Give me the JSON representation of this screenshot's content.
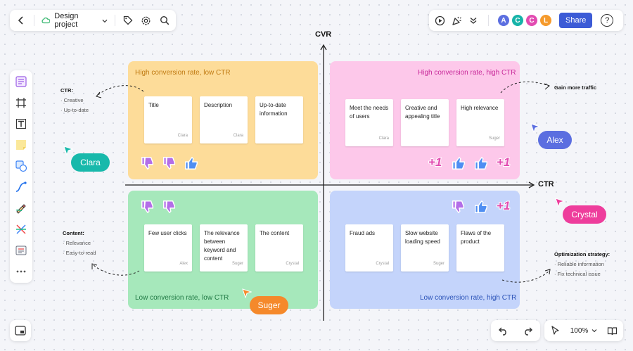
{
  "header": {
    "project_name": "Design project",
    "share_label": "Share",
    "help_label": "?",
    "collaborators": [
      {
        "initial": "A",
        "color": "#5b6ee0"
      },
      {
        "initial": "C",
        "color": "#16b3a8"
      },
      {
        "initial": "C",
        "color": "#e24bb1"
      },
      {
        "initial": "L",
        "color": "#f59a2c"
      }
    ]
  },
  "axes": {
    "y_label": "CVR",
    "x_label": "CTR"
  },
  "quadrants": {
    "tl": {
      "title": "High conversion rate, low CTR",
      "color": "#fddc99",
      "title_color": "#c07a12",
      "notes": [
        {
          "text": "Title",
          "author": "Clara"
        },
        {
          "text": "Description",
          "author": "Clara"
        },
        {
          "text": "Up-to-date information",
          "author": ""
        }
      ]
    },
    "tr": {
      "title": "High conversion rate, high CTR",
      "color": "#fdc8ea",
      "title_color": "#c82a9a",
      "notes": [
        {
          "text": "Meet the needs of users",
          "author": "Clara"
        },
        {
          "text": "Creative and appealing title",
          "author": ""
        },
        {
          "text": "High relevance",
          "author": "Suger"
        }
      ],
      "plus": "+1"
    },
    "bl": {
      "title": "Low conversion rate, low CTR",
      "color": "#a6e8bb",
      "title_color": "#217a45",
      "notes": [
        {
          "text": "Few user clicks",
          "author": "Alex"
        },
        {
          "text": "The relevance between keyword and content",
          "author": "Suger"
        },
        {
          "text": "The content",
          "author": "Crystal"
        }
      ]
    },
    "br": {
      "title": "Low conversion rate, high CTR",
      "color": "#c4d4fb",
      "title_color": "#2b53b8",
      "notes": [
        {
          "text": "Fraud ads",
          "author": "Crystal"
        },
        {
          "text": "Slow website loading speed",
          "author": "Suger"
        },
        {
          "text": "Flaws of the product",
          "author": ""
        }
      ],
      "plus": "+1"
    }
  },
  "annotations": {
    "ctr": {
      "head": "CTR:",
      "items": [
        "· Creative",
        "· Up-to-date"
      ]
    },
    "gain": {
      "head": "Gain more traffic"
    },
    "content": {
      "head": "Content:",
      "items": [
        "· Relevance",
        "· Easy-to-read"
      ]
    },
    "optimization": {
      "head": "Optimization strategy:",
      "items": [
        "· Reliable information",
        "· Fix technical issue"
      ]
    }
  },
  "cursors": {
    "clara": {
      "name": "Clara",
      "color": "#18b9ab"
    },
    "alex": {
      "name": "Alex",
      "color": "#5b6ee0"
    },
    "crystal": {
      "name": "Crystal",
      "color": "#ee3d9c"
    },
    "suger": {
      "name": "Suger",
      "color": "#f5892b"
    }
  },
  "bottom": {
    "zoom": "100%"
  }
}
